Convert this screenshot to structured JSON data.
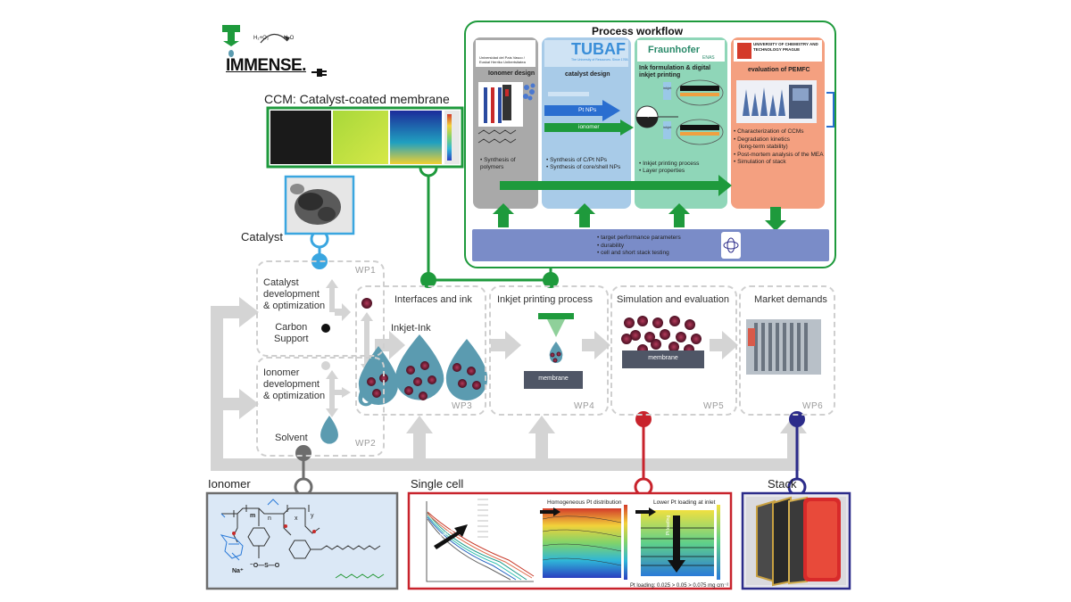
{
  "logo": {
    "name": "IMMENSE.",
    "reaction_left": "H₂+O₂",
    "reaction_right": "H₂O"
  },
  "ccm": {
    "title": "CCM: Catalyst-coated membrane"
  },
  "catalyst": {
    "label": "Catalyst"
  },
  "process": {
    "title": "Process workflow",
    "panels": [
      {
        "org": "Universidad del País Vasco / Euskal Herriko Unibertsitatea",
        "title": "Ionomer design",
        "items": [
          "Synthesis of polymers"
        ]
      },
      {
        "org": "TUBAF",
        "org_sub": "The University of Resources. Since 1765.",
        "title": "catalyst design",
        "arrow_labels": [
          "Pt NPs",
          "ionomer"
        ],
        "items": [
          "Synthesis of C/Pt NPs",
          "Synthesis of core/shell NPs"
        ]
      },
      {
        "org": "Fraunhofer",
        "org_sub": "ENAS",
        "title": "Ink formulation & digital inkjet printing",
        "tags": [
          "catalyst ink",
          "inkjet",
          "inkjet"
        ],
        "items": [
          "Inkjet printing process",
          "Layer properties"
        ]
      },
      {
        "org": "UNIVERSITY OF CHEMISTRY AND TECHNOLOGY PRAGUE",
        "title": "evaluation of PEMFC",
        "items": [
          "Characterization of CCMs",
          "Degradation kinetics",
          "(long-term stability)",
          "Post-mortem analysis of the MEA",
          "Simulation of stack"
        ]
      }
    ],
    "bottom_items": [
      "target performance parameters",
      "durability",
      "cell and short stack testing"
    ]
  },
  "wp": [
    {
      "id": "WP1",
      "lines": [
        "Catalyst",
        "development",
        "& optimization"
      ],
      "sub": [
        "Carbon",
        "Support"
      ]
    },
    {
      "id": "WP2",
      "lines": [
        "Ionomer",
        "development",
        "& optimization"
      ],
      "sub": [
        "Solvent"
      ]
    },
    {
      "id": "WP3",
      "title": "Interfaces and ink",
      "sub": "Inkjet-Ink"
    },
    {
      "id": "WP4",
      "title": "Inkjet printing process",
      "sub": "membrane"
    },
    {
      "id": "WP5",
      "title": "Simulation and evaluation",
      "sub": "membrane"
    },
    {
      "id": "WP6",
      "title": "Market demands"
    }
  ],
  "bottom": {
    "ionomer": {
      "title": "Ionomer",
      "labels": [
        "m",
        "n",
        "x",
        "y",
        "Na⁺",
        "⁻O—S—O"
      ]
    },
    "single_cell": {
      "title": "Single cell",
      "heatmap1": "Homogeneous Pt distribution",
      "heatmap2": "Lower Pt loading at inlet",
      "arrow_text": "Pt loading",
      "caption": "Pt loading: 0.025 > 0.05 > 0.075 mg cm⁻²"
    },
    "stack": {
      "title": "Stack"
    }
  },
  "colors": {
    "green": "#1e9a3c",
    "light_green": "#8fd09a",
    "blue": "#3aa6e0",
    "red": "#c8232c",
    "navy": "#2c2c8a",
    "grey": "#6d6d6d",
    "arrow_grey": "#cfcfcf",
    "drop": "#5b9bb0"
  }
}
